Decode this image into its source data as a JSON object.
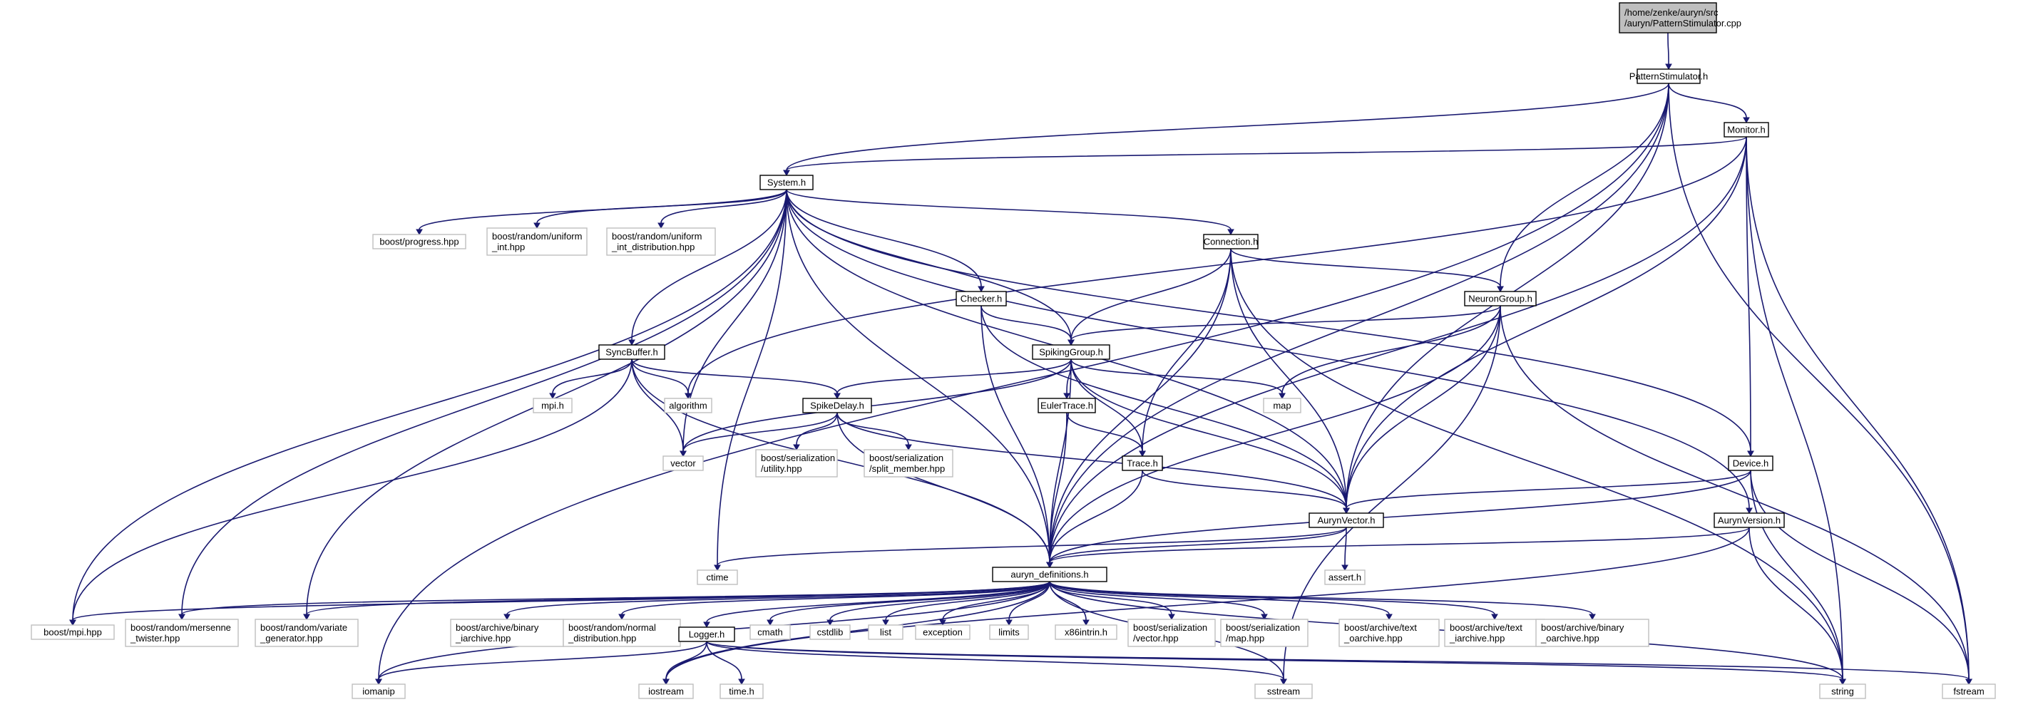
{
  "graph": {
    "nodes": [
      {
        "id": "root",
        "kind": "root",
        "lines": [
          "/home/zenke/auryn/src",
          "/auryn/PatternStimulator.cpp"
        ]
      },
      {
        "id": "pattern",
        "kind": "file",
        "lines": [
          "PatternStimulator.h"
        ]
      },
      {
        "id": "monitor",
        "kind": "file",
        "lines": [
          "Monitor.h"
        ]
      },
      {
        "id": "system",
        "kind": "file",
        "lines": [
          "System.h"
        ]
      },
      {
        "id": "progress",
        "kind": "sys",
        "lines": [
          "boost/progress.hpp"
        ]
      },
      {
        "id": "uniform_int",
        "kind": "sys",
        "lines": [
          "boost/random/uniform",
          "_int.hpp"
        ]
      },
      {
        "id": "uniform_int_dist",
        "kind": "sys",
        "lines": [
          "boost/random/uniform",
          "_int_distribution.hpp"
        ]
      },
      {
        "id": "connection",
        "kind": "file",
        "lines": [
          "Connection.h"
        ]
      },
      {
        "id": "checker",
        "kind": "file",
        "lines": [
          "Checker.h"
        ]
      },
      {
        "id": "neurongroup",
        "kind": "file",
        "lines": [
          "NeuronGroup.h"
        ]
      },
      {
        "id": "syncbuffer",
        "kind": "file",
        "lines": [
          "SyncBuffer.h"
        ]
      },
      {
        "id": "spikinggroup",
        "kind": "file",
        "lines": [
          "SpikingGroup.h"
        ]
      },
      {
        "id": "mpih",
        "kind": "sys",
        "lines": [
          "mpi.h"
        ]
      },
      {
        "id": "algorithm",
        "kind": "sys",
        "lines": [
          "algorithm"
        ]
      },
      {
        "id": "spikedelay",
        "kind": "file",
        "lines": [
          "SpikeDelay.h"
        ]
      },
      {
        "id": "eulertrace",
        "kind": "file",
        "lines": [
          "EulerTrace.h"
        ]
      },
      {
        "id": "map",
        "kind": "sys",
        "lines": [
          "map"
        ]
      },
      {
        "id": "vector",
        "kind": "sys",
        "lines": [
          "vector"
        ]
      },
      {
        "id": "ser_utility",
        "kind": "sys",
        "lines": [
          "boost/serialization",
          "/utility.hpp"
        ]
      },
      {
        "id": "ser_split",
        "kind": "sys",
        "lines": [
          "boost/serialization",
          "/split_member.hpp"
        ]
      },
      {
        "id": "trace",
        "kind": "file",
        "lines": [
          "Trace.h"
        ]
      },
      {
        "id": "device",
        "kind": "file",
        "lines": [
          "Device.h"
        ]
      },
      {
        "id": "aurynvector",
        "kind": "file",
        "lines": [
          "AurynVector.h"
        ]
      },
      {
        "id": "aurynversion",
        "kind": "file",
        "lines": [
          "AurynVersion.h"
        ]
      },
      {
        "id": "ctime",
        "kind": "sys",
        "lines": [
          "ctime"
        ]
      },
      {
        "id": "asserth",
        "kind": "sys",
        "lines": [
          "assert.h"
        ]
      },
      {
        "id": "defs",
        "kind": "file",
        "lines": [
          "auryn_definitions.h"
        ]
      },
      {
        "id": "boost_mpi",
        "kind": "sys",
        "lines": [
          "boost/mpi.hpp"
        ]
      },
      {
        "id": "mersenne",
        "kind": "sys",
        "lines": [
          "boost/random/mersenne",
          "_twister.hpp"
        ]
      },
      {
        "id": "variate",
        "kind": "sys",
        "lines": [
          "boost/random/variate",
          "_generator.hpp"
        ]
      },
      {
        "id": "binary_iarchive",
        "kind": "sys",
        "lines": [
          "boost/archive/binary",
          "_iarchive.hpp"
        ]
      },
      {
        "id": "normal_dist",
        "kind": "sys",
        "lines": [
          "boost/random/normal",
          "_distribution.hpp"
        ]
      },
      {
        "id": "logger",
        "kind": "file",
        "lines": [
          "Logger.h"
        ]
      },
      {
        "id": "cmath",
        "kind": "sys",
        "lines": [
          "cmath"
        ]
      },
      {
        "id": "cstdlib",
        "kind": "sys",
        "lines": [
          "cstdlib"
        ]
      },
      {
        "id": "list",
        "kind": "sys",
        "lines": [
          "list"
        ]
      },
      {
        "id": "exception",
        "kind": "sys",
        "lines": [
          "exception"
        ]
      },
      {
        "id": "limits",
        "kind": "sys",
        "lines": [
          "limits"
        ]
      },
      {
        "id": "x86intrin",
        "kind": "sys",
        "lines": [
          "x86intrin.h"
        ]
      },
      {
        "id": "ser_vector",
        "kind": "sys",
        "lines": [
          "boost/serialization",
          "/vector.hpp"
        ]
      },
      {
        "id": "ser_map",
        "kind": "sys",
        "lines": [
          "boost/serialization",
          "/map.hpp"
        ]
      },
      {
        "id": "text_oarchive",
        "kind": "sys",
        "lines": [
          "boost/archive/text",
          "_oarchive.hpp"
        ]
      },
      {
        "id": "text_iarchive",
        "kind": "sys",
        "lines": [
          "boost/archive/text",
          "_iarchive.hpp"
        ]
      },
      {
        "id": "binary_oarchive",
        "kind": "sys",
        "lines": [
          "boost/archive/binary",
          "_oarchive.hpp"
        ]
      },
      {
        "id": "iomanip",
        "kind": "sys",
        "lines": [
          "iomanip"
        ]
      },
      {
        "id": "iostream",
        "kind": "sys",
        "lines": [
          "iostream"
        ]
      },
      {
        "id": "timeh",
        "kind": "sys",
        "lines": [
          "time.h"
        ]
      },
      {
        "id": "sstream",
        "kind": "sys",
        "lines": [
          "sstream"
        ]
      },
      {
        "id": "string",
        "kind": "sys",
        "lines": [
          "string"
        ]
      },
      {
        "id": "fstream",
        "kind": "sys",
        "lines": [
          "fstream"
        ]
      }
    ],
    "edges": [
      [
        "root",
        "pattern"
      ],
      [
        "pattern",
        "monitor"
      ],
      [
        "pattern",
        "system"
      ],
      [
        "pattern",
        "neurongroup"
      ],
      [
        "pattern",
        "aurynvector"
      ],
      [
        "pattern",
        "defs"
      ],
      [
        "pattern",
        "iomanip"
      ],
      [
        "pattern",
        "fstream"
      ],
      [
        "monitor",
        "system"
      ],
      [
        "monitor",
        "algorithm"
      ],
      [
        "monitor",
        "device"
      ],
      [
        "monitor",
        "aurynvector"
      ],
      [
        "monitor",
        "defs"
      ],
      [
        "monitor",
        "string"
      ],
      [
        "monitor",
        "fstream"
      ],
      [
        "system",
        "progress"
      ],
      [
        "system",
        "uniform_int"
      ],
      [
        "system",
        "uniform_int_dist"
      ],
      [
        "system",
        "connection"
      ],
      [
        "system",
        "checker"
      ],
      [
        "system",
        "syncbuffer"
      ],
      [
        "system",
        "spikinggroup"
      ],
      [
        "system",
        "device"
      ],
      [
        "system",
        "aurynvector"
      ],
      [
        "system",
        "aurynversion"
      ],
      [
        "system",
        "vector"
      ],
      [
        "system",
        "ctime"
      ],
      [
        "system",
        "defs"
      ],
      [
        "system",
        "boost_mpi"
      ],
      [
        "system",
        "mersenne"
      ],
      [
        "system",
        "variate"
      ],
      [
        "connection",
        "neurongroup"
      ],
      [
        "connection",
        "spikinggroup"
      ],
      [
        "connection",
        "trace"
      ],
      [
        "connection",
        "aurynvector"
      ],
      [
        "connection",
        "defs"
      ],
      [
        "connection",
        "string"
      ],
      [
        "checker",
        "spikinggroup"
      ],
      [
        "checker",
        "aurynvector"
      ],
      [
        "checker",
        "defs"
      ],
      [
        "neurongroup",
        "spikinggroup"
      ],
      [
        "neurongroup",
        "map"
      ],
      [
        "neurongroup",
        "aurynvector"
      ],
      [
        "neurongroup",
        "defs"
      ],
      [
        "neurongroup",
        "sstream"
      ],
      [
        "neurongroup",
        "fstream"
      ],
      [
        "syncbuffer",
        "spikedelay"
      ],
      [
        "syncbuffer",
        "mpih"
      ],
      [
        "syncbuffer",
        "algorithm"
      ],
      [
        "syncbuffer",
        "vector"
      ],
      [
        "syncbuffer",
        "defs"
      ],
      [
        "syncbuffer",
        "boost_mpi"
      ],
      [
        "spikinggroup",
        "spikedelay"
      ],
      [
        "spikinggroup",
        "eulertrace"
      ],
      [
        "spikinggroup",
        "trace"
      ],
      [
        "spikinggroup",
        "map"
      ],
      [
        "spikinggroup",
        "vector"
      ],
      [
        "spikinggroup",
        "aurynvector"
      ],
      [
        "spikinggroup",
        "defs"
      ],
      [
        "spikedelay",
        "vector"
      ],
      [
        "spikedelay",
        "ser_utility"
      ],
      [
        "spikedelay",
        "ser_split"
      ],
      [
        "spikedelay",
        "aurynvector"
      ],
      [
        "spikedelay",
        "defs"
      ],
      [
        "eulertrace",
        "trace"
      ],
      [
        "eulertrace",
        "defs"
      ],
      [
        "trace",
        "aurynvector"
      ],
      [
        "trace",
        "defs"
      ],
      [
        "device",
        "aurynvector"
      ],
      [
        "device",
        "defs"
      ],
      [
        "device",
        "string"
      ],
      [
        "device",
        "fstream"
      ],
      [
        "aurynvector",
        "asserth"
      ],
      [
        "aurynvector",
        "ctime"
      ],
      [
        "aurynvector",
        "defs"
      ],
      [
        "aurynversion",
        "defs"
      ],
      [
        "aurynversion",
        "string"
      ],
      [
        "aurynversion",
        "iostream"
      ],
      [
        "defs",
        "boost_mpi"
      ],
      [
        "defs",
        "mersenne"
      ],
      [
        "defs",
        "variate"
      ],
      [
        "defs",
        "binary_iarchive"
      ],
      [
        "defs",
        "normal_dist"
      ],
      [
        "defs",
        "logger"
      ],
      [
        "defs",
        "cmath"
      ],
      [
        "defs",
        "cstdlib"
      ],
      [
        "defs",
        "list"
      ],
      [
        "defs",
        "exception"
      ],
      [
        "defs",
        "limits"
      ],
      [
        "defs",
        "x86intrin"
      ],
      [
        "defs",
        "ser_vector"
      ],
      [
        "defs",
        "ser_map"
      ],
      [
        "defs",
        "text_oarchive"
      ],
      [
        "defs",
        "text_iarchive"
      ],
      [
        "defs",
        "binary_oarchive"
      ],
      [
        "defs",
        "iomanip"
      ],
      [
        "defs",
        "iostream"
      ],
      [
        "defs",
        "sstream"
      ],
      [
        "defs",
        "string"
      ],
      [
        "logger",
        "iomanip"
      ],
      [
        "logger",
        "iostream"
      ],
      [
        "logger",
        "timeh"
      ],
      [
        "logger",
        "sstream"
      ],
      [
        "logger",
        "string"
      ],
      [
        "logger",
        "fstream"
      ]
    ]
  }
}
